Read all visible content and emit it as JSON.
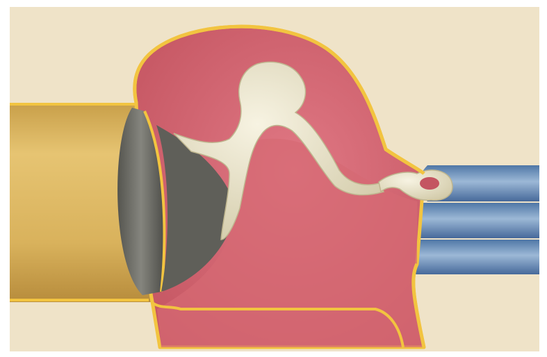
{
  "diagram": {
    "subject": "middle-ear-cross-section",
    "labels": [],
    "parts": [
      {
        "id": "ear-canal",
        "color": "#d8b05a"
      },
      {
        "id": "eardrum",
        "color": "#6f6f6a"
      },
      {
        "id": "middle-ear-cavity",
        "color": "#cf5e6a"
      },
      {
        "id": "ossicles",
        "color": "#e8e2c6"
      },
      {
        "id": "oval-window-stapes",
        "color": "#e8e2c6"
      },
      {
        "id": "cochlea-tubes",
        "color": "#6a8fb8"
      },
      {
        "id": "cavity-outline",
        "color": "#f2c440"
      },
      {
        "id": "background",
        "color": "#efe3c8"
      }
    ]
  }
}
